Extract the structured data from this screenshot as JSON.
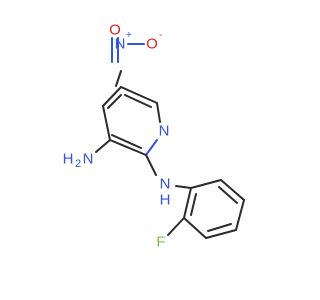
{
  "molecule": {
    "colors": {
      "bond": "#2b2b2b",
      "nitrogen": "#3355dd",
      "oxygen": "#dd2222",
      "fluorine": "#7fbf4f"
    },
    "labels": {
      "nitro_o_top": "O",
      "nitro_n": "N",
      "nitro_n_charge": "+",
      "nitro_o_right": "O",
      "nitro_o_charge": "-",
      "ring_n": "N",
      "amine_h": "H",
      "amine_h_count": "2",
      "amine_n": "N",
      "link_n": "N",
      "link_h": "H",
      "fluorine": "F"
    }
  }
}
